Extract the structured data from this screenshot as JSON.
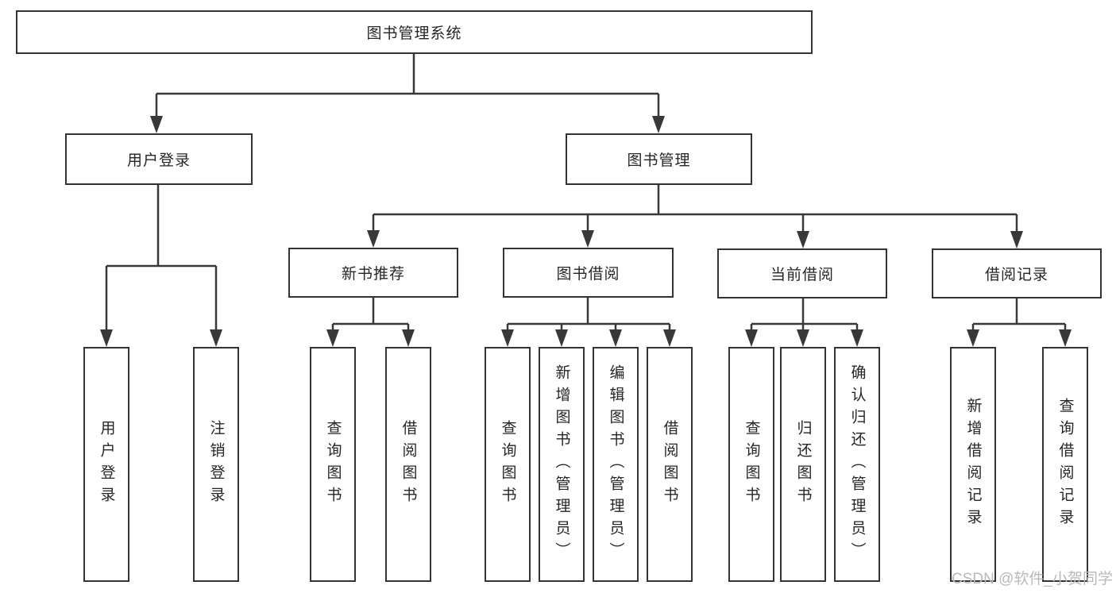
{
  "root": {
    "label": "图书管理系统"
  },
  "branches": [
    {
      "label": "用户登录"
    },
    {
      "label": "图书管理"
    }
  ],
  "modules": [
    {
      "label": "新书推荐"
    },
    {
      "label": "图书借阅"
    },
    {
      "label": "当前借阅"
    },
    {
      "label": "借阅记录"
    }
  ],
  "leaves": [
    {
      "label": "用户登录"
    },
    {
      "label": "注销登录"
    },
    {
      "label": "查询图书"
    },
    {
      "label": "借阅图书"
    },
    {
      "label": "查询图书"
    },
    {
      "label": "新增图书（管理员）"
    },
    {
      "label": "编辑图书（管理员）"
    },
    {
      "label": "借阅图书"
    },
    {
      "label": "查询图书"
    },
    {
      "label": "归还图书"
    },
    {
      "label": "确认归还（管理员）"
    },
    {
      "label": "新增借阅记录"
    },
    {
      "label": "查询借阅记录"
    }
  ],
  "watermark": {
    "text": "CSDN @软件_小贺同学"
  },
  "colors": {
    "line": "#383838",
    "border": "#333333",
    "text": "#262626",
    "watermark": "#b9b9b9",
    "background": "#ffffff"
  }
}
